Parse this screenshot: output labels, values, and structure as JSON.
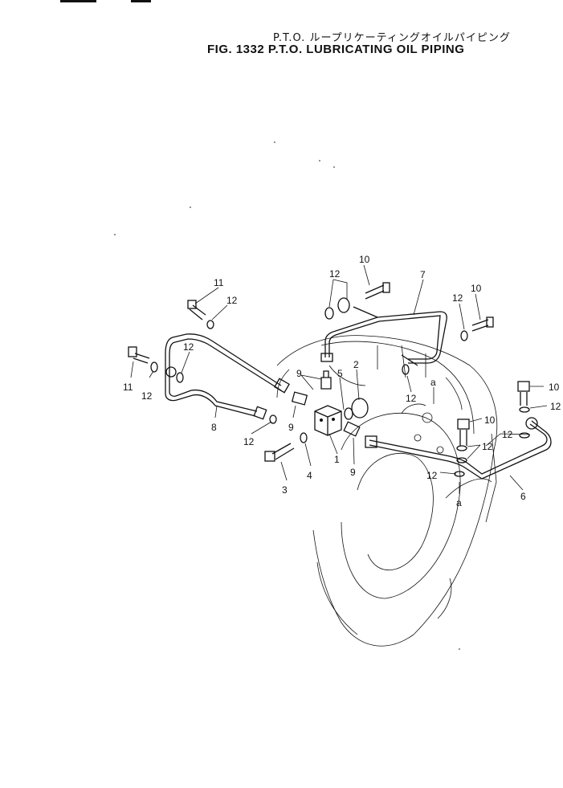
{
  "header": {
    "title_jp": "P.T.O. ループリケーティングオイルパイピング",
    "title_en": "FIG. 1332  P.T.O. LUBRICATING OIL PIPING"
  },
  "callouts": {
    "c1": "1",
    "c2": "2",
    "c3": "3",
    "c4": "4",
    "c5": "5",
    "c6": "6",
    "c7": "7",
    "c8": "8",
    "c9a": "9",
    "c9b": "9",
    "c9c": "9",
    "c10a": "10",
    "c10b": "10",
    "c10c": "10",
    "c10d": "10",
    "c11a": "11",
    "c11b": "11",
    "c12a": "12",
    "c12b": "12",
    "c12c": "12",
    "c12d": "12",
    "c12e": "12",
    "c12f": "12",
    "c12g": "12",
    "c12h": "12",
    "c12i": "12",
    "c12j": "12",
    "c12k": "12",
    "ref_a_top": "a",
    "ref_a_bottom": "a"
  }
}
